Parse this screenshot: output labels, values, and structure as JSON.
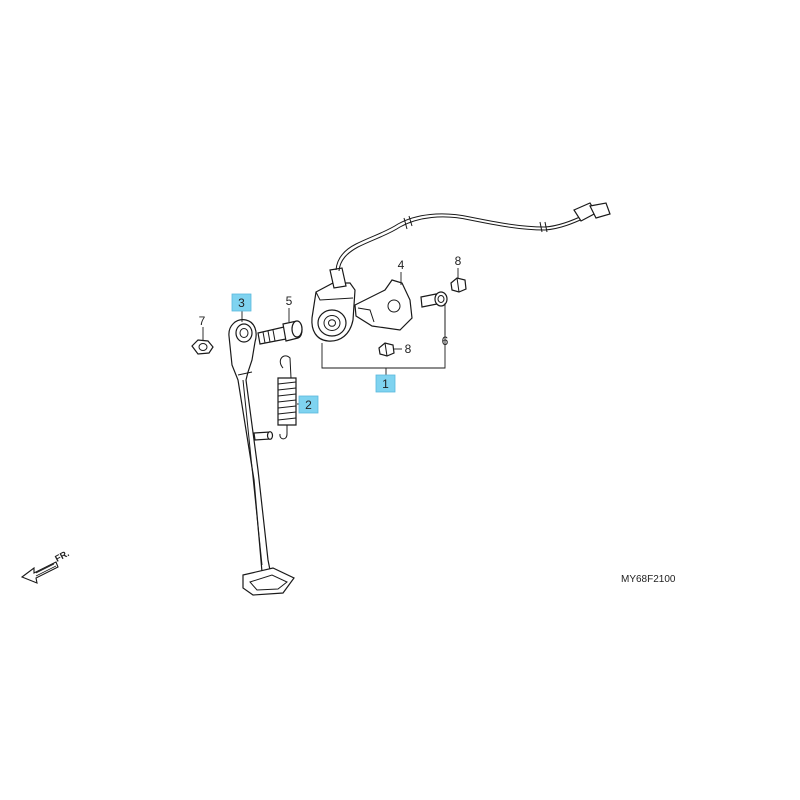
{
  "diagram": {
    "drawing_code": "MY68F2100",
    "direction_label": "FR.",
    "highlight_color": "#7fd3f0",
    "callouts": [
      {
        "id": "c1",
        "label": "1",
        "highlighted": true
      },
      {
        "id": "c2",
        "label": "2",
        "highlighted": true
      },
      {
        "id": "c3",
        "label": "3",
        "highlighted": true
      },
      {
        "id": "c4",
        "label": "4",
        "highlighted": false
      },
      {
        "id": "c5",
        "label": "5",
        "highlighted": false
      },
      {
        "id": "c6",
        "label": "6",
        "highlighted": false
      },
      {
        "id": "c7",
        "label": "7",
        "highlighted": false
      },
      {
        "id": "c8a",
        "label": "8",
        "highlighted": false
      },
      {
        "id": "c8b",
        "label": "8",
        "highlighted": false
      }
    ]
  }
}
